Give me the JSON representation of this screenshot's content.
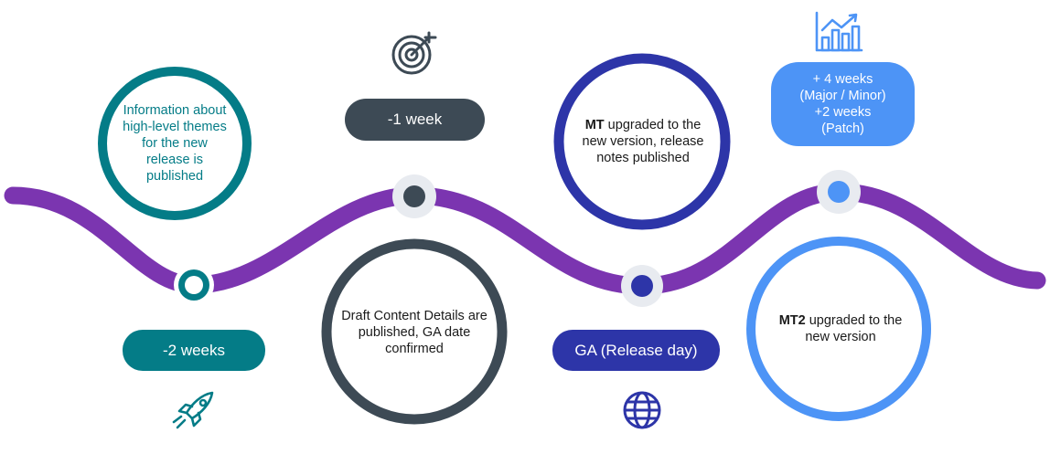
{
  "colors": {
    "teal": "#047C87",
    "slate": "#3D4A55",
    "navy": "#2D35A8",
    "blue": "#4D94F6",
    "purple": "#7B35B0"
  },
  "milestones": [
    {
      "id": "minus-2-weeks",
      "label": "-2 weeks",
      "description": "Information about high-level themes for the new release is published",
      "icon": "rocket-icon",
      "color": "#047C87"
    },
    {
      "id": "minus-1-week",
      "label": "-1 week",
      "description": "Draft Content Details are published, GA date confirmed",
      "icon": "target-icon",
      "color": "#3D4A55"
    },
    {
      "id": "ga",
      "label": "GA (Release day)",
      "description_bold": "MT",
      "description": " upgraded to the new version, release notes published",
      "icon": "globe-icon",
      "color": "#2D35A8"
    },
    {
      "id": "plus-4-weeks",
      "label_lines": [
        "+ 4 weeks",
        "(Major / Minor)",
        "+2 weeks",
        "(Patch)"
      ],
      "description_bold": "MT2",
      "description": " upgraded to the new version",
      "icon": "growth-chart-icon",
      "color": "#4D94F6"
    }
  ]
}
